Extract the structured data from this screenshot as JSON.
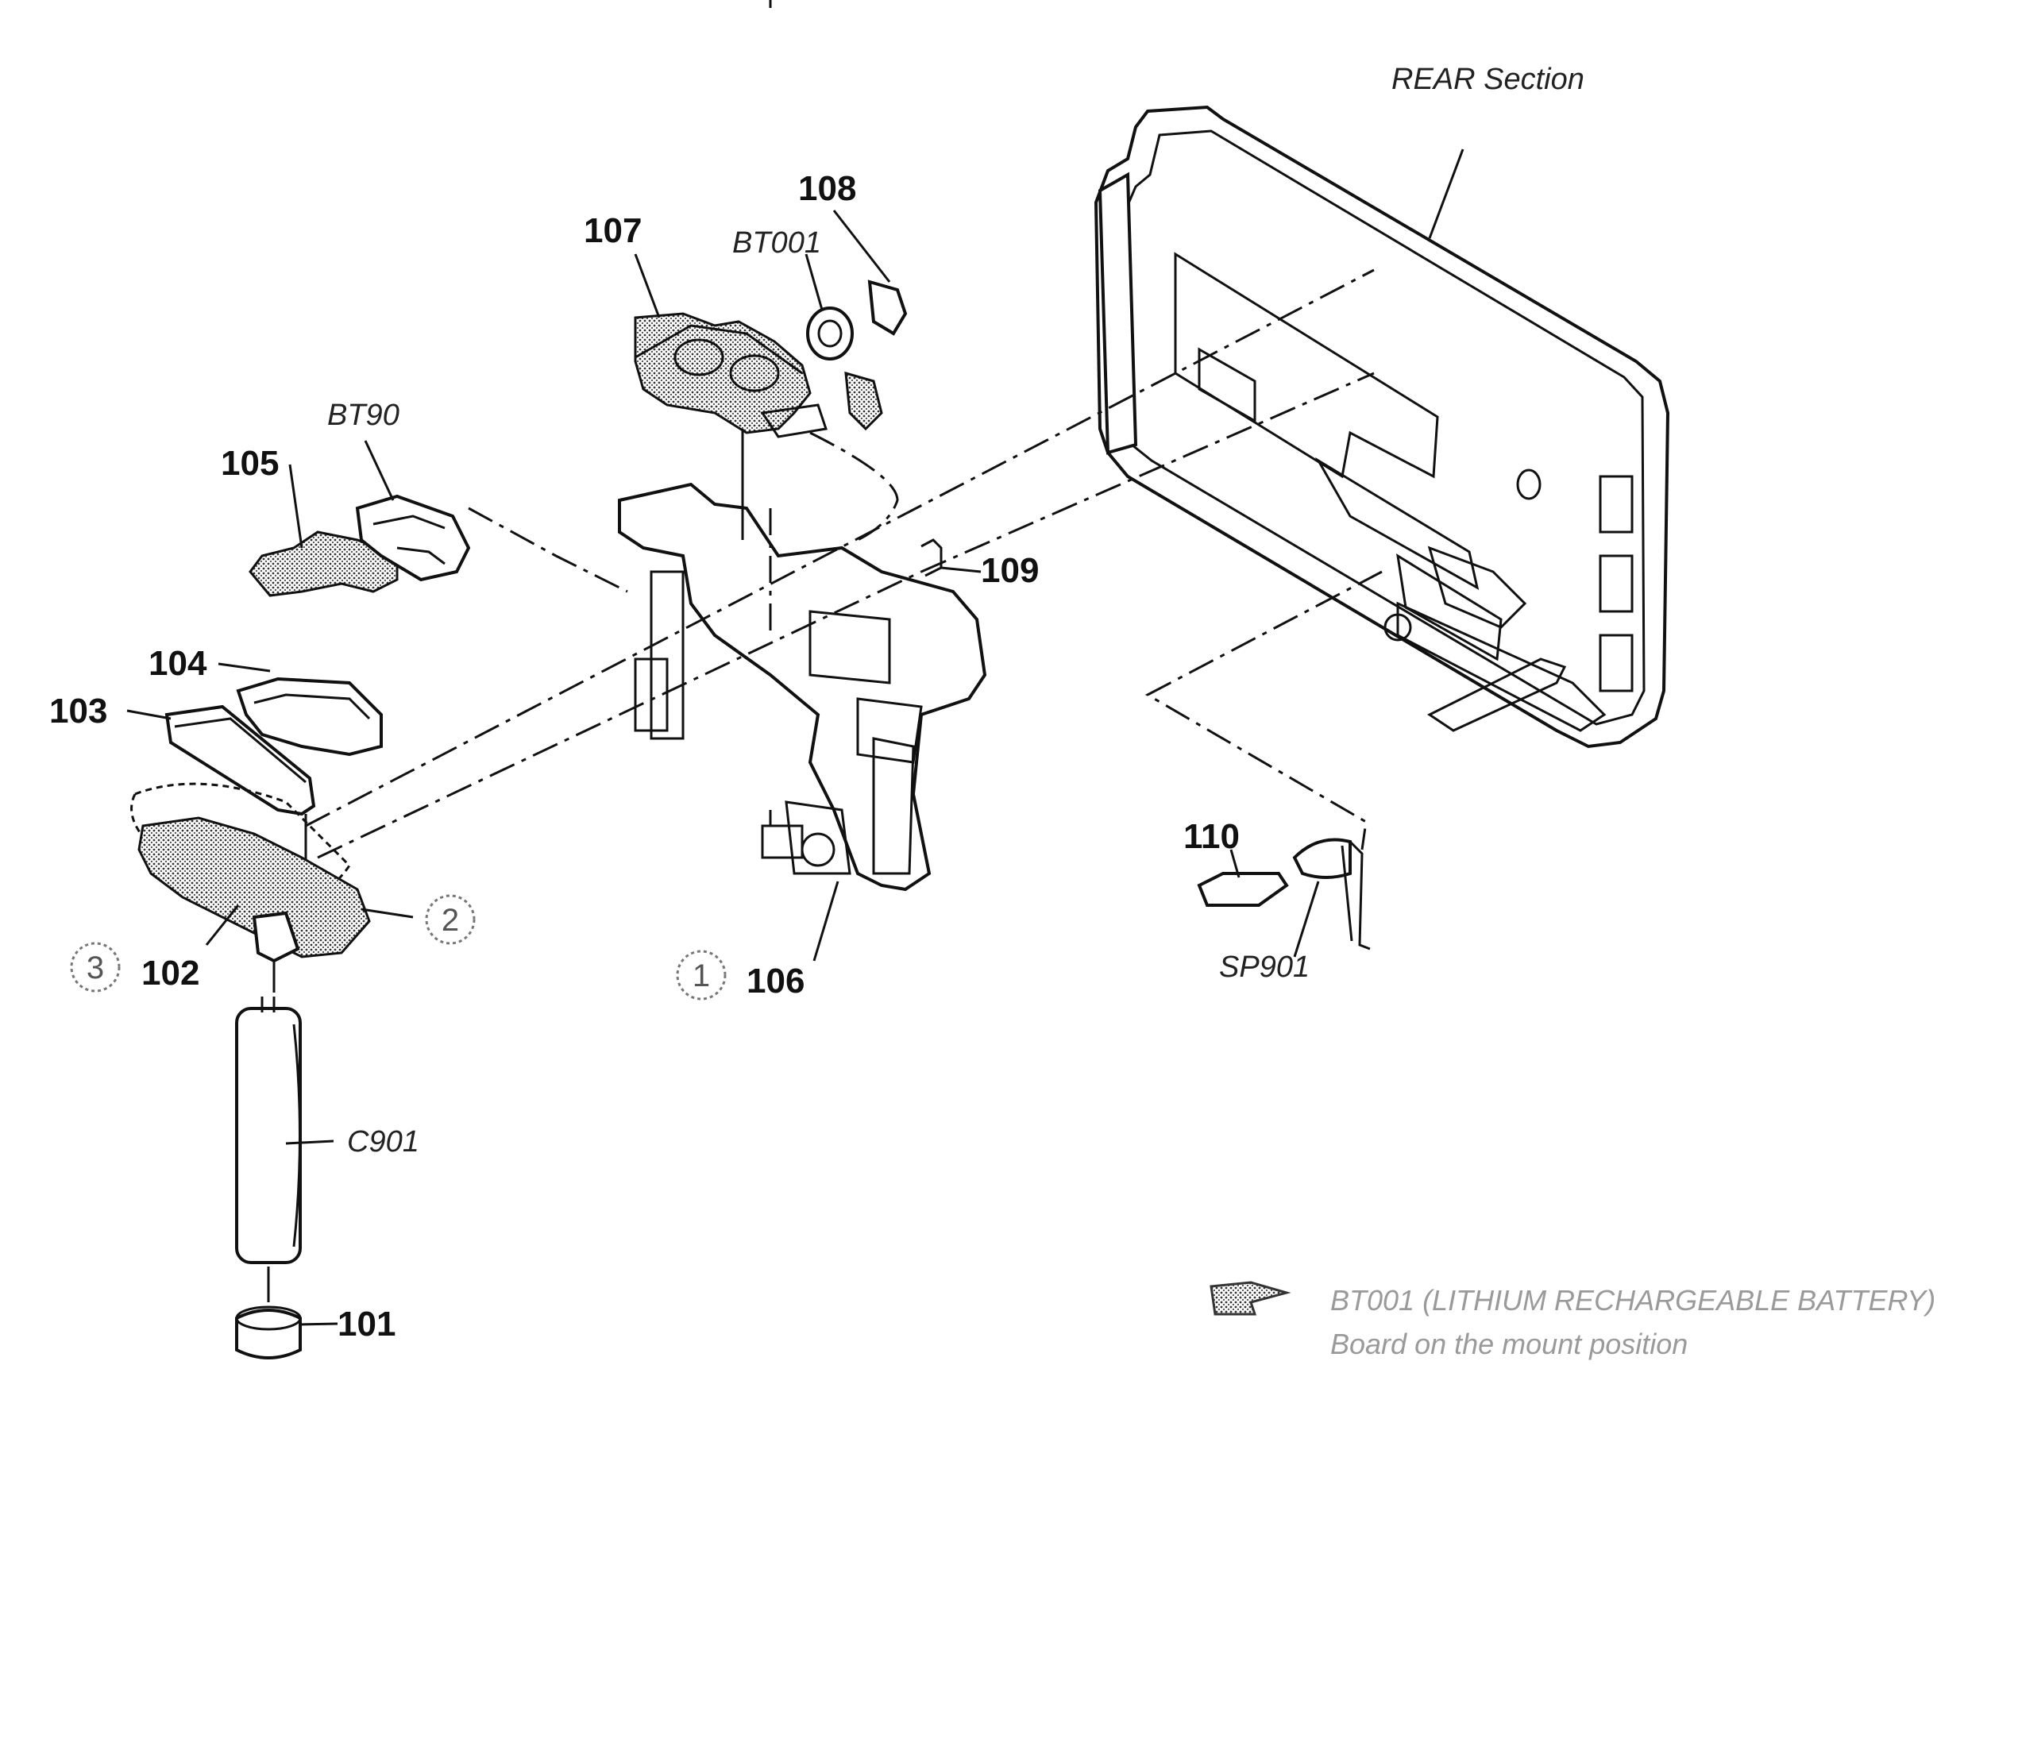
{
  "diagram": {
    "section_label": "REAR Section",
    "part_numbers": {
      "p101": "101",
      "p102": "102",
      "p103": "103",
      "p104": "104",
      "p105": "105",
      "p106": "106",
      "p107": "107",
      "p108": "108",
      "p109": "109",
      "p110": "110"
    },
    "reference_labels": {
      "bt001": "BT001",
      "bt90": "BT90",
      "c901": "C901",
      "sp901": "SP901"
    },
    "circled_markers": {
      "m1": "1",
      "m2": "2",
      "m3": "3"
    },
    "note": {
      "line1": "BT001 (LITHIUM RECHARGEABLE BATTERY)",
      "line2": "Board on the mount position",
      "icon": "battery-board-icon"
    }
  }
}
